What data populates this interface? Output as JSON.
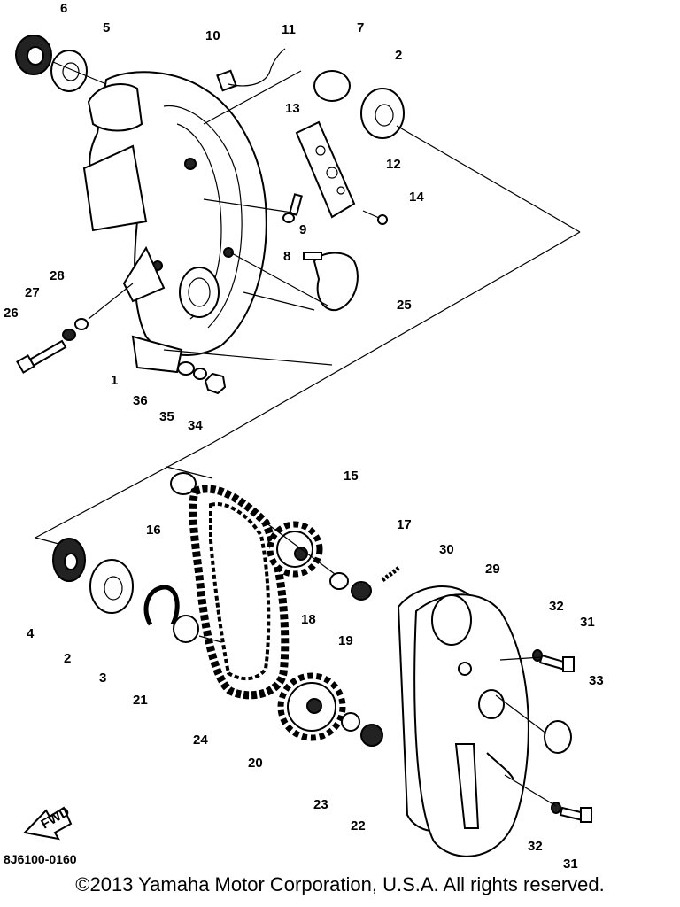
{
  "diagram": {
    "callouts": [
      "6",
      "5",
      "10",
      "11",
      "7",
      "2",
      "13",
      "12",
      "14",
      "9",
      "8",
      "25",
      "28",
      "27",
      "26",
      "1",
      "36",
      "35",
      "34",
      "15",
      "16",
      "17",
      "30",
      "29",
      "4",
      "2",
      "3",
      "18",
      "19",
      "21",
      "32",
      "31",
      "33",
      "24",
      "20",
      "23",
      "22",
      "32",
      "31"
    ],
    "fwd_label": "FWD",
    "drawing_code": "8J6100-0160"
  },
  "footer": {
    "copyright": "©2013 Yamaha Motor Corporation, U.S.A. All rights reserved."
  }
}
